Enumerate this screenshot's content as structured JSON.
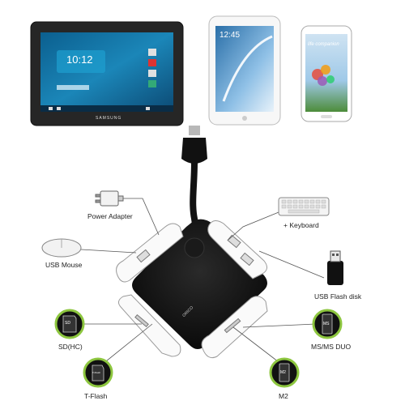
{
  "devices": {
    "tablet_brand": "SAMSUNG",
    "tablet_time": "10:12",
    "note_time": "12:45",
    "phone_text": "life companion"
  },
  "labels": {
    "power_adapter": "Power Adapter",
    "keyboard": "+ Keyboard",
    "usb_mouse": "USB Mouse",
    "usb_flash_disk": "USB Flash disk",
    "sd_hc": "SD(HC)",
    "ms_duo": "MS/MS DUO",
    "t_flash": "T-Flash",
    "m2": "M2"
  },
  "card_icons": {
    "sd_hc": "SD",
    "ms_duo": "MS",
    "t_flash": "T-Flash",
    "m2": "M2"
  },
  "hub_logo": "ORICO",
  "colors": {
    "hub": "#0d0d0d",
    "ring_green": "#8dc63f",
    "tablet_frame": "#2a2a2a"
  }
}
